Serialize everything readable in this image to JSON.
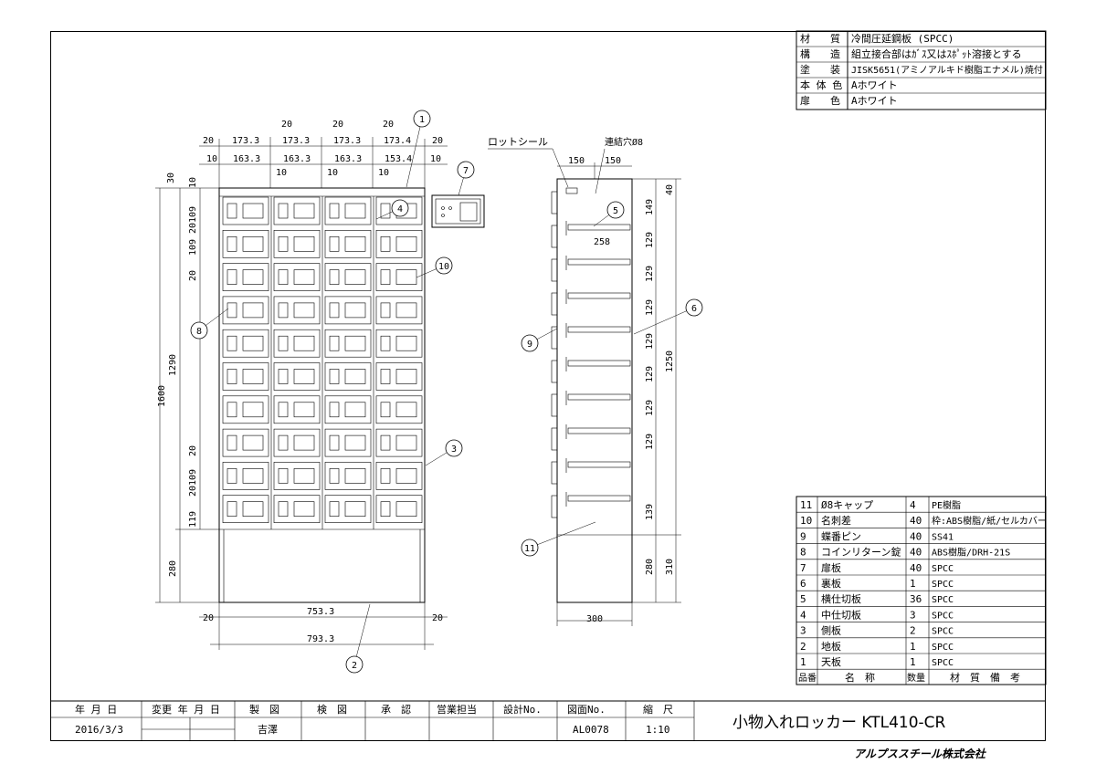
{
  "spec_table": [
    {
      "k": "材　　質",
      "v": "冷間圧延鋼板 (SPCC)"
    },
    {
      "k": "構　　造",
      "v": "組立接合部はｶﾞｽ又はｽﾎﾟｯﾄ溶接とする"
    },
    {
      "k": "塗　　装",
      "v": "JISK5651(アミノアルキド樹脂エナメル)焼付"
    },
    {
      "k": "本 体 色",
      "v": "Aホワイト"
    },
    {
      "k": "扉　　色",
      "v": "Aホワイト"
    }
  ],
  "parts_header": {
    "no": "品番",
    "name": "名　称",
    "qty": "数量",
    "mat": "材　質　備　考"
  },
  "parts": [
    {
      "no": "11",
      "name": "Ø8キャップ",
      "qty": "4",
      "mat": "PE樹脂"
    },
    {
      "no": "10",
      "name": "名刺差",
      "qty": "40",
      "mat": "枠:ABS樹脂/紙/セルカバー"
    },
    {
      "no": "9",
      "name": "蝶番ピン",
      "qty": "40",
      "mat": "SS41"
    },
    {
      "no": "8",
      "name": "コインリターン錠",
      "qty": "40",
      "mat": "ABS樹脂/DRH-21S"
    },
    {
      "no": "7",
      "name": "扉板",
      "qty": "40",
      "mat": "SPCC"
    },
    {
      "no": "6",
      "name": "裏板",
      "qty": "1",
      "mat": "SPCC"
    },
    {
      "no": "5",
      "name": "横仕切板",
      "qty": "36",
      "mat": "SPCC"
    },
    {
      "no": "4",
      "name": "中仕切板",
      "qty": "3",
      "mat": "SPCC"
    },
    {
      "no": "3",
      "name": "側板",
      "qty": "2",
      "mat": "SPCC"
    },
    {
      "no": "2",
      "name": "地板",
      "qty": "1",
      "mat": "SPCC"
    },
    {
      "no": "1",
      "name": "天板",
      "qty": "1",
      "mat": "SPCC"
    }
  ],
  "title_block": {
    "date_label": "年 月 日",
    "change_label": "変更 年 月 日",
    "drawn_label": "製　図",
    "checked_label": "検　図",
    "approved_label": "承　認",
    "sales_label": "営業担当",
    "design_no_label": "設計No.",
    "drawing_no_label": "図面No.",
    "scale_label": "縮　尺",
    "date": "2016/3/3",
    "drawn_by": "吉澤",
    "drawing_no": "AL0078",
    "scale": "1:10",
    "title": "小物入れロッカー KTL410-CR",
    "company": "アルプススチール株式会社"
  },
  "front_dims": {
    "top_row_a": [
      "20",
      "173.3",
      "173.3",
      "173.3",
      "173.4",
      "20"
    ],
    "top_row_gaps": [
      "20",
      "20",
      "20"
    ],
    "top_row_b": [
      "10",
      "163.3",
      "163.3",
      "163.3",
      "153.4",
      "10"
    ],
    "top_row_b_sub": [
      "10",
      "10",
      "10"
    ],
    "left": [
      "30",
      "10",
      "109",
      "20",
      "109",
      "20",
      "20",
      "109",
      "20",
      "119",
      "1290",
      "1600",
      "280"
    ],
    "bottom": [
      "20",
      "753.3",
      "20",
      "793.3"
    ]
  },
  "side_dims": {
    "labels": [
      "ロットシール",
      "連結穴Ø8"
    ],
    "top": [
      "150",
      "150"
    ],
    "right": [
      "40",
      "149",
      "129",
      "129",
      "129",
      "129",
      "129",
      "129",
      "129",
      "139",
      "1250",
      "280",
      "310"
    ],
    "inner": "258",
    "bottom": "300"
  },
  "callouts": [
    "1",
    "2",
    "3",
    "4",
    "5",
    "6",
    "7",
    "8",
    "9",
    "10",
    "11"
  ]
}
